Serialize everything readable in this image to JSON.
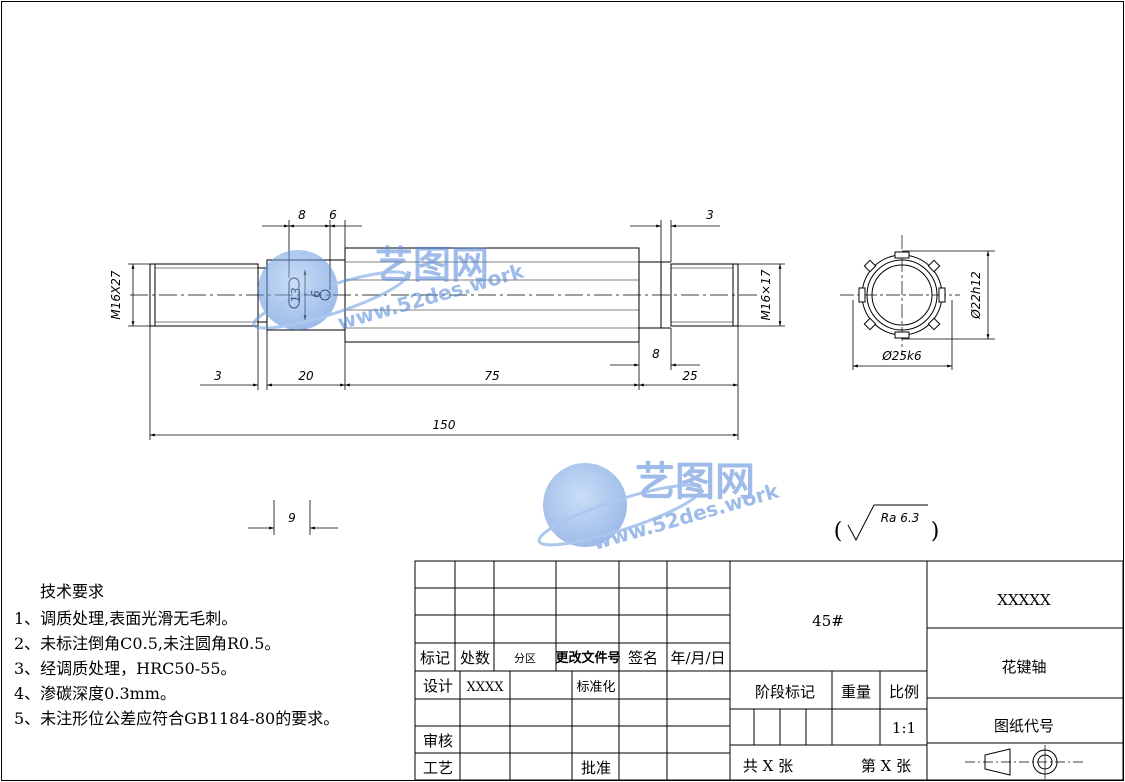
{
  "drawing": {
    "dimensions": {
      "thread_left": "M16X27",
      "thread_right": "M16×17",
      "chamfer_left": "3",
      "len_neck": "20",
      "len_spline": "75",
      "len_groove": "8",
      "len_right": "25",
      "len_total": "150",
      "top_8": "8",
      "top_6": "6",
      "top_3": "3",
      "keyway_depth": "13",
      "keyway_width": "6",
      "slot_9": "9",
      "outer_dia": "Ø25k6",
      "inner_dia": "Ø22h12"
    },
    "roughness": {
      "label": "Ra 6.3",
      "paren_open": "(",
      "paren_close": ")"
    },
    "watermarks": [
      {
        "title": "艺图网",
        "url": "www.52des.work"
      },
      {
        "title": "艺图网",
        "url": "www.52des.work"
      }
    ]
  },
  "notes": {
    "title": "技术要求",
    "items": [
      "1、调质处理,表面光滑无毛刺。",
      "2、未标注倒角C0.5,未注圆角R0.5。",
      "3、经调质处理，HRC50-55。",
      "4、渗碳深度0.3mm。",
      "5、未注形位公差应符合GB1184-80的要求。"
    ]
  },
  "title_block": {
    "material": "45#",
    "company": "XXXXX",
    "part_name": "花键轴",
    "drawing_no_label": "图纸代号",
    "row_headers": [
      "标记",
      "处数",
      "分区",
      "更改文件号",
      "签名",
      "年/月/日"
    ],
    "design_label": "设计",
    "designer": "XXXX",
    "standardize_label": "标准化",
    "review_label": "审核",
    "process_label": "工艺",
    "approve_label": "批准",
    "stage_label": "阶段标记",
    "weight_label": "重量",
    "scale_label": "比例",
    "scale_value": "1:1",
    "total_sheets": "共 X 张",
    "sheet_no": "第 X 张"
  }
}
